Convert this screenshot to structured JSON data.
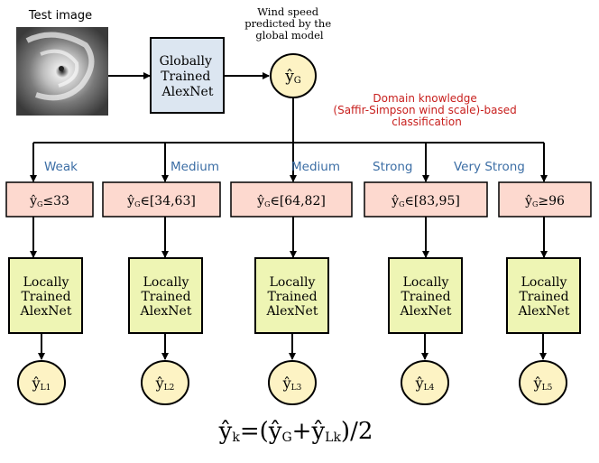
{
  "test_image_label": "Test image",
  "global_model": {
    "lines": [
      "Globally",
      "Trained",
      "AlexNet"
    ]
  },
  "global_prediction_caption": [
    "Wind speed",
    "predicted by the",
    "global model"
  ],
  "global_output": {
    "symbol": "ŷ",
    "subscript": "G"
  },
  "domain_knowledge": [
    "Domain knowledge",
    "(Saffir-Simpson wind scale)-based",
    "classification"
  ],
  "branches": [
    {
      "category": "Weak",
      "condition": {
        "var": "ŷ",
        "sub": "G",
        "rel": "≤33"
      },
      "local_model": [
        "Locally",
        "Trained",
        "AlexNet"
      ],
      "output": {
        "symbol": "ŷ",
        "subscript": "L1"
      }
    },
    {
      "category": "Medium",
      "condition": {
        "var": "ŷ",
        "sub": "G",
        "rel": "∈[34,63]"
      },
      "local_model": [
        "Locally",
        "Trained",
        "AlexNet"
      ],
      "output": {
        "symbol": "ŷ",
        "subscript": "L2"
      }
    },
    {
      "category": "Medium",
      "condition": {
        "var": "ŷ",
        "sub": "G",
        "rel": "∈[64,82]"
      },
      "local_model": [
        "Locally",
        "Trained",
        "AlexNet"
      ],
      "output": {
        "symbol": "ŷ",
        "subscript": "L3"
      }
    },
    {
      "category": "Strong",
      "condition": {
        "var": "ŷ",
        "sub": "G",
        "rel": "∈[83,95]"
      },
      "local_model": [
        "Locally",
        "Trained",
        "AlexNet"
      ],
      "output": {
        "symbol": "ŷ",
        "subscript": "L4"
      }
    },
    {
      "category": "Very Strong",
      "condition": {
        "var": "ŷ",
        "sub": "G",
        "rel": "≥96"
      },
      "local_model": [
        "Locally",
        "Trained",
        "AlexNet"
      ],
      "output": {
        "symbol": "ŷ",
        "subscript": "L5"
      }
    }
  ],
  "formula": {
    "lhs_symbol": "ŷ",
    "lhs_sub": "k",
    "eq": "=(",
    "t1_symbol": "ŷ",
    "t1_sub": "G",
    "plus": "+",
    "t2_symbol": "ŷ",
    "t2_sub": "Lk",
    "tail": ")/2"
  },
  "colors": {
    "global_box": "#dce6f1",
    "condition_box": "#fdd9cf",
    "local_box": "#eef5b4",
    "output_circle": "#fdf3c4",
    "category_text": "#3c6ea5",
    "domain_text": "#c8201e"
  }
}
